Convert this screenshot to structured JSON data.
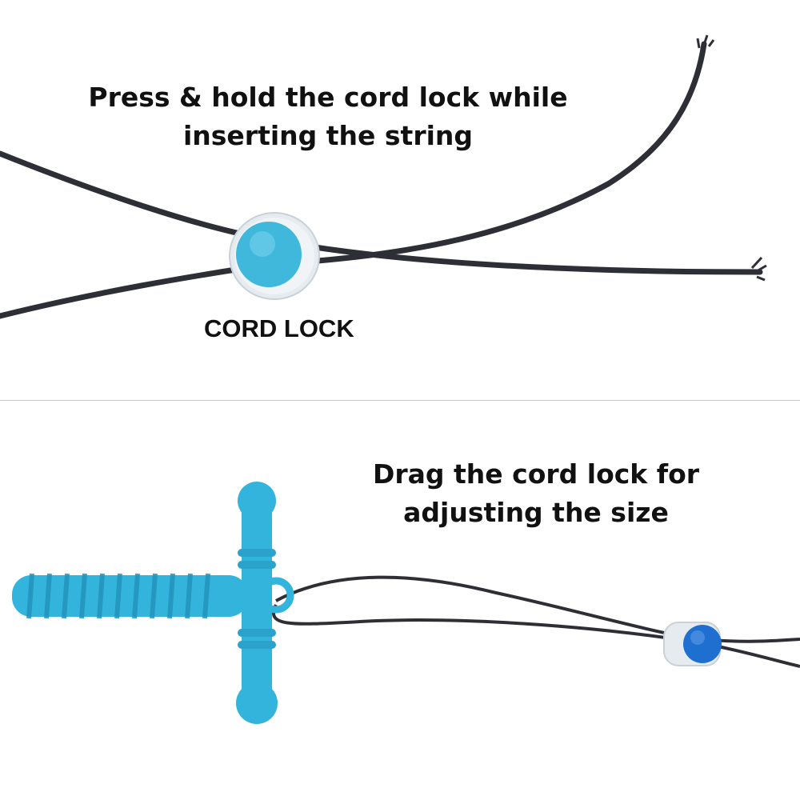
{
  "top_panel": {
    "instruction": "Press & hold the cord lock while inserting the string",
    "cord_lock_label": "CORD LOCK"
  },
  "bottom_panel": {
    "instruction": "Drag the cord lock for adjusting the size"
  },
  "colors": {
    "background": "#ffffff",
    "cord": "#2e2f36",
    "cord_lock_button": "#3fb8dc",
    "cord_lock_button_bottom": "#1e6fd0",
    "cord_lock_body": "#e6ebf0",
    "teether": "#33b4dd",
    "divider": "#c8c8c8"
  },
  "icons": {
    "cord_lock": "cord-lock-icon",
    "teether": "sword-teether-icon"
  }
}
